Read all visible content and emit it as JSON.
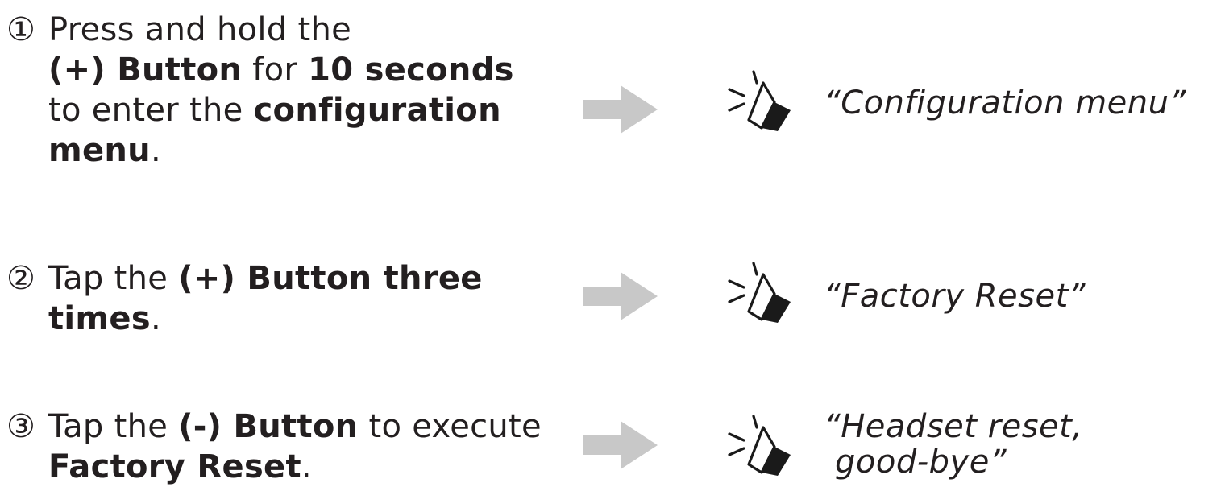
{
  "steps": [
    {
      "number": "①",
      "lines": [
        [
          "Press and hold the"
        ],
        [
          "(+) Button",
          " for ",
          "10 seconds"
        ],
        [
          "to enter the ",
          "configuration"
        ],
        [
          "menu",
          "."
        ]
      ],
      "voice_prompt": [
        "“Configuration menu”"
      ]
    },
    {
      "number": "②",
      "lines": [
        [
          "Tap the ",
          "(+) Button three"
        ],
        [
          "times",
          "."
        ]
      ],
      "voice_prompt": [
        "“Factory Reset”"
      ]
    },
    {
      "number": "③",
      "lines": [
        [
          "Tap the ",
          "(-) Button",
          " to execute"
        ],
        [
          "Factory Reset",
          "."
        ]
      ],
      "voice_prompt": [
        "“Headset reset,",
        "good-bye”"
      ]
    }
  ],
  "icons": {
    "arrow": "right-arrow-icon",
    "speaker": "speaker-icon"
  },
  "colors": {
    "text": "#231f20",
    "arrow": "#c8c8c8",
    "speaker": "#1a1a1a"
  }
}
